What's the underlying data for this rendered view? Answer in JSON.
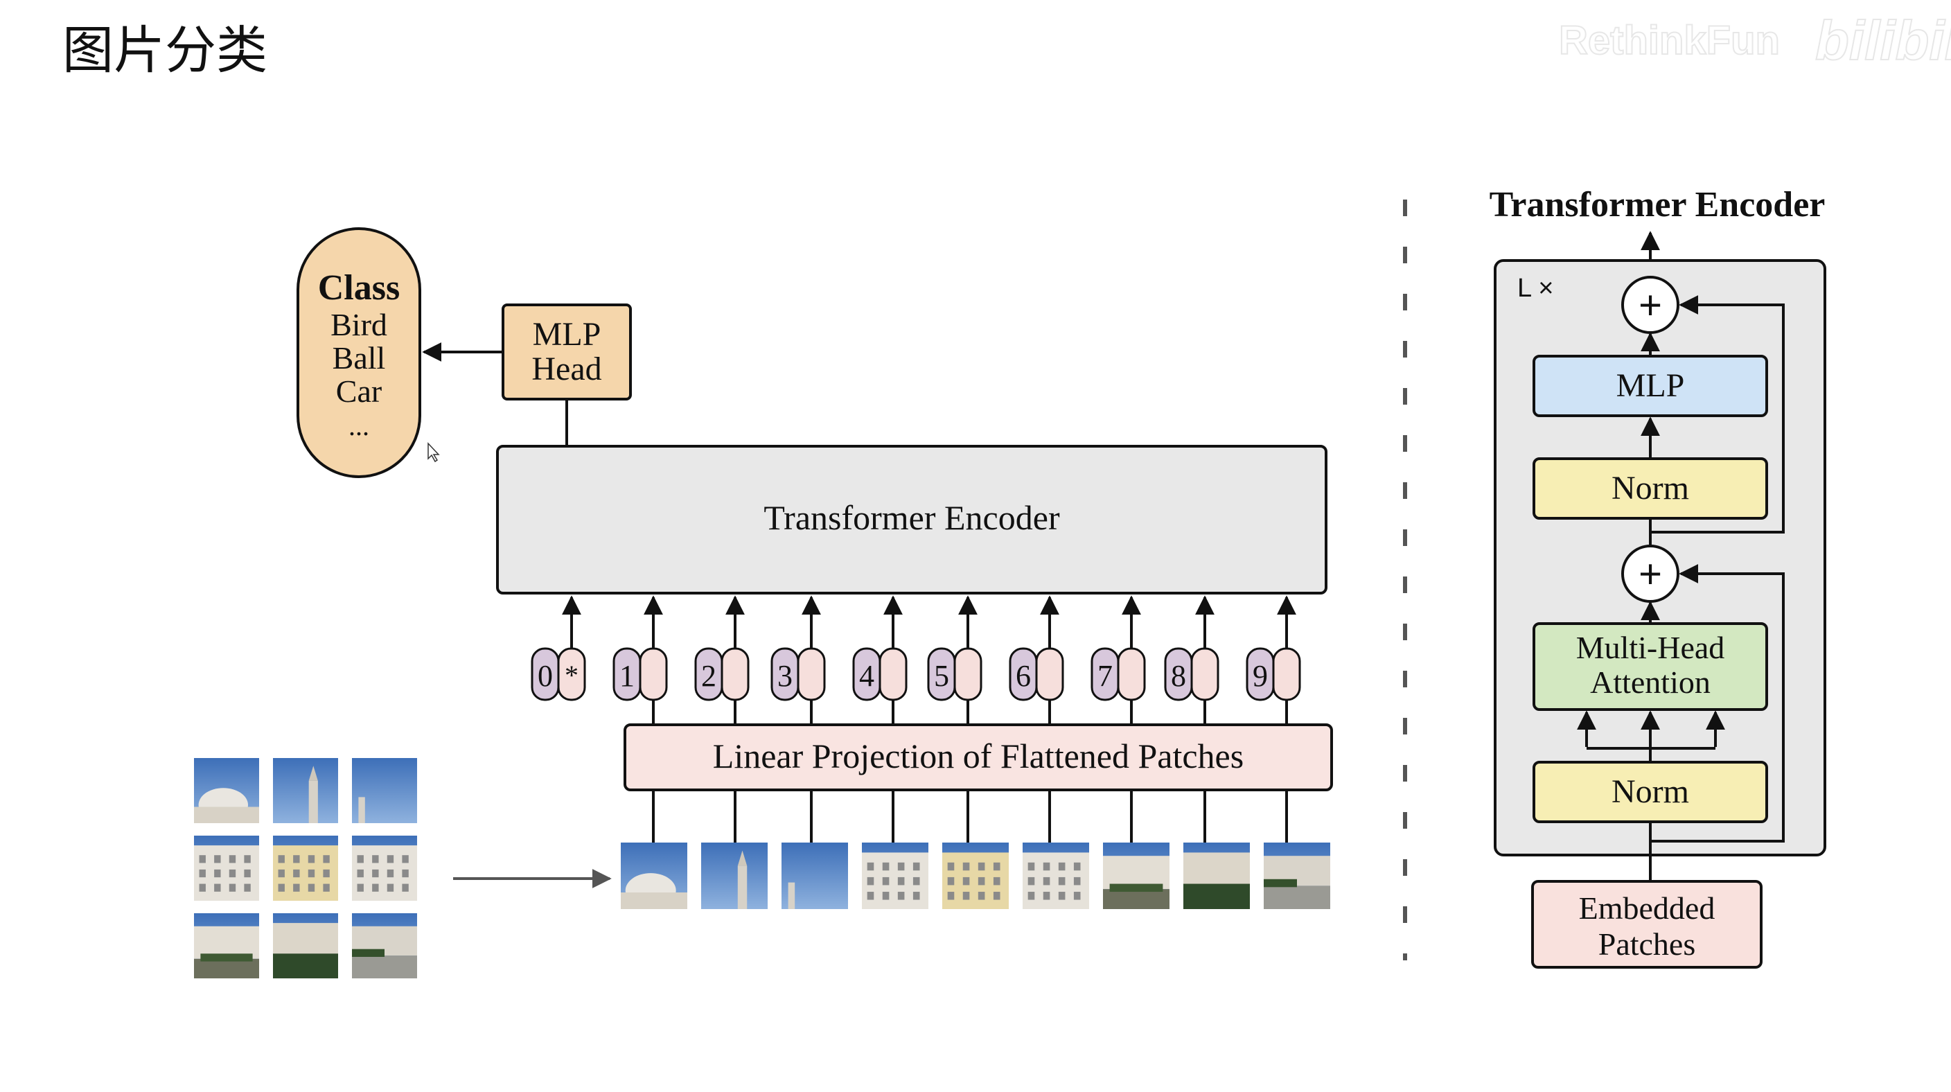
{
  "page_title": "图片分类",
  "watermark": {
    "text": "RethinkFun",
    "logo": "bilibili"
  },
  "class_box": {
    "title": "Class",
    "items": [
      "Bird",
      "Ball",
      "Car",
      "..."
    ]
  },
  "mlp_head": {
    "line1": "MLP",
    "line2": "Head"
  },
  "main_encoder": {
    "label": "Transformer Encoder"
  },
  "tokens": [
    {
      "index": "0",
      "embed": "*"
    },
    {
      "index": "1",
      "embed": ""
    },
    {
      "index": "2",
      "embed": ""
    },
    {
      "index": "3",
      "embed": ""
    },
    {
      "index": "4",
      "embed": ""
    },
    {
      "index": "5",
      "embed": ""
    },
    {
      "index": "6",
      "embed": ""
    },
    {
      "index": "7",
      "embed": ""
    },
    {
      "index": "8",
      "embed": ""
    },
    {
      "index": "9",
      "embed": ""
    }
  ],
  "projection": {
    "label": "Linear Projection of Flattened Patches"
  },
  "image_grid": {
    "rows": 3,
    "cols": 3
  },
  "detail": {
    "title": "Transformer Encoder",
    "repeat": "L ×",
    "plus": "+",
    "mlp": "MLP",
    "norm_top": "Norm",
    "attention_line1": "Multi-Head",
    "attention_line2": "Attention",
    "norm_bottom": "Norm",
    "embedded_line1": "Embedded",
    "embedded_line2": "Patches"
  },
  "colors": {
    "class_fill": "#f5d6ab",
    "token_index_fill": "#d8c8dc",
    "token_embed_fill": "#f6dfdc",
    "projection_fill": "#f9e4e1",
    "encoder_fill": "#e8e8e8",
    "mlp_fill": "#cfe3f6",
    "norm_fill": "#f7eeb4",
    "attention_fill": "#d3e8c1",
    "embedded_fill": "#f9e1dd"
  }
}
